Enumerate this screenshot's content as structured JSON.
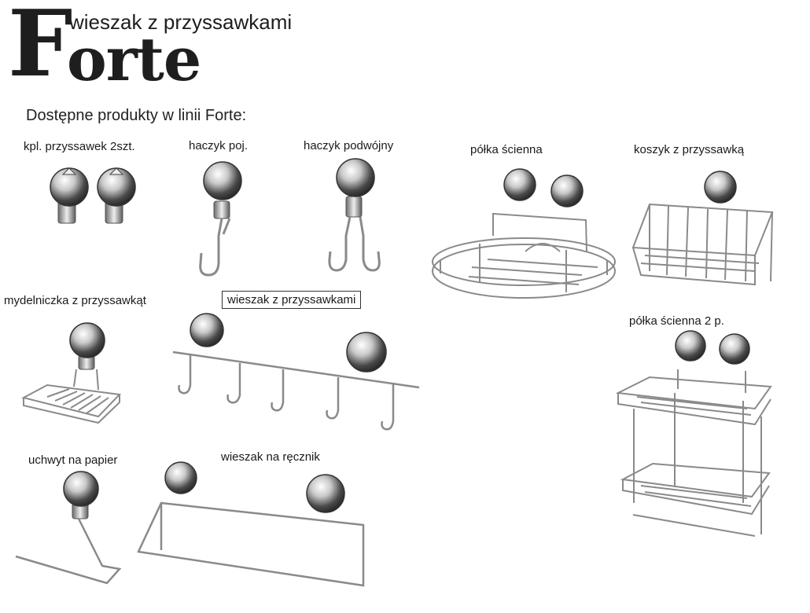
{
  "brand": {
    "initial": "F",
    "rest": "orte",
    "subtitle": "wieszak z przyssawkami"
  },
  "intro": "Dostępne produkty w linii Forte:",
  "products": {
    "suction_pair": "kpl. przyssawek 2szt.",
    "single_hook": "haczyk poj.",
    "double_hook": "haczyk podwójny",
    "wall_shelf": "półka ścienna",
    "basket": "koszyk z przyssawką",
    "soap_dish": "mydelniczka z przyssawkąt",
    "rack": "wieszak z przyssawkami",
    "wall_shelf_2": "półka ścienna 2 p.",
    "paper_holder": "uchwyt na papier",
    "towel_holder": "wieszak na ręcznik"
  },
  "colors": {
    "chrome_dark": "#3a3a3a",
    "chrome_mid": "#9a9a9a",
    "chrome_light": "#f2f2f2",
    "wire": "#8a8a8a"
  }
}
